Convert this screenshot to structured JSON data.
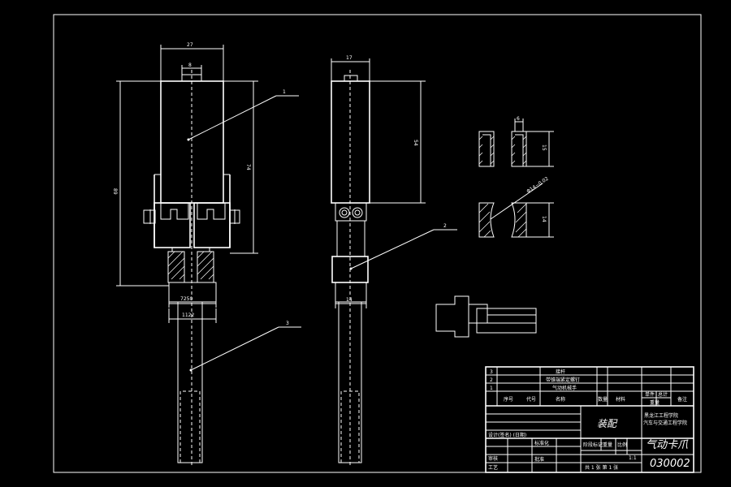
{
  "dimensions": {
    "front_width_top": "27",
    "front_slot": "8",
    "front_total_height": "89",
    "front_body_height": "74",
    "front_lower_width": "7250",
    "front_bottom_width": "1122",
    "side_width": "17",
    "side_height": "54",
    "side_lower_width": "14",
    "detail_width": "6",
    "detail_height": "15",
    "detail_arc": "Φ14~0.02",
    "detail_arc_height": "14"
  },
  "balloons": [
    "1",
    "2",
    "3"
  ],
  "title_block": {
    "parts_list": [
      {
        "no": "3",
        "name": "接杆"
      },
      {
        "no": "2",
        "name": "带锥端紧定螺钉"
      },
      {
        "no": "1",
        "name": "气动机械手"
      }
    ],
    "parts_header": [
      "序号",
      "代号",
      "名称",
      "数量",
      "材料",
      "单件",
      "总计",
      "备注"
    ],
    "weight_label": "重量",
    "assembly_label": "装配",
    "school_line1": "黑龙江工程学院",
    "school_line2": "汽车与交通工程学院",
    "designer_row": "设计(签名)  (日期)",
    "standard_label": "标准化",
    "stage_label": "阶段标记",
    "weight2_label": "重量",
    "scale_label": "比例",
    "scale_value": "1:1",
    "review_label": "审核",
    "process_label": "工艺",
    "approve_label": "批准",
    "sheet_info": "共 1 张  第 1 张",
    "drawing_title": "气动卡爪",
    "drawing_number": "030002"
  }
}
